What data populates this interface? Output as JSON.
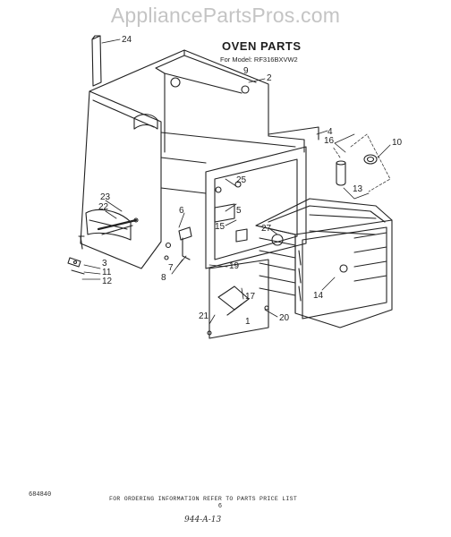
{
  "watermark": "AppliancePartsPros.com",
  "diagram": {
    "title": "OVEN PARTS",
    "model": "For Model: RF316BXVW2"
  },
  "callouts": [
    "24",
    "2",
    "9",
    "10",
    "16",
    "4",
    "13",
    "25",
    "23",
    "22",
    "6",
    "5",
    "15",
    "27",
    "3",
    "11",
    "12",
    "7",
    "8",
    "19",
    "17",
    "14",
    "21",
    "20",
    "1"
  ],
  "footer": {
    "code": "684840",
    "note": "FOR ORDERING INFORMATION REFER TO PARTS PRICE LIST",
    "page": "6",
    "handwritten": "944-A-13"
  }
}
